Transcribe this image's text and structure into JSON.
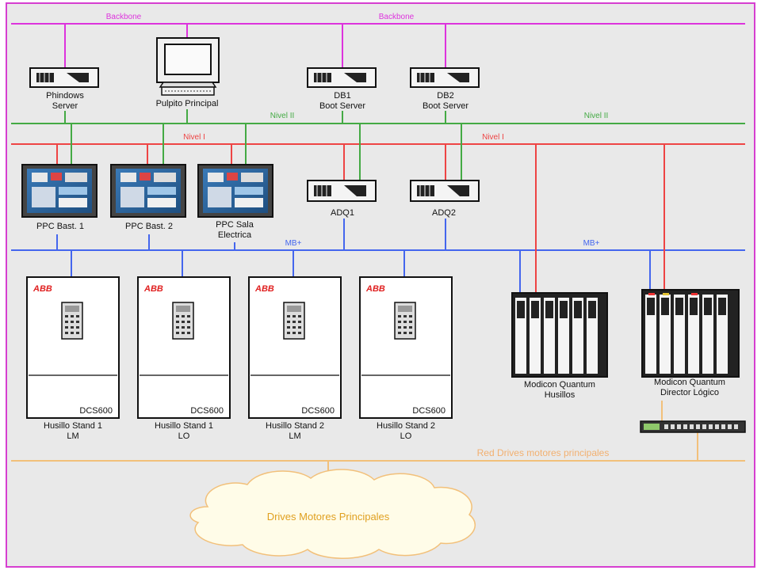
{
  "colors": {
    "backbone": "#dd33dd",
    "nivel2": "#44aa44",
    "nivel1": "#ee4444",
    "mbplus": "#4466ee",
    "red_drives": "#f2c07a",
    "frame": "#d63fd0",
    "cloud_text": "#e0a020",
    "abb_red": "#e02020"
  },
  "networks": {
    "backbone_left": "Backbone",
    "backbone_right": "Backbone",
    "nivel2_left": "Nivel II",
    "nivel2_right": "Nivel II",
    "nivel1_left": "Nivel I",
    "nivel1_right": "Nivel I",
    "mbplus_left": "MB+",
    "mbplus_right": "MB+",
    "red_drives": "Red Drives motores principales"
  },
  "servers": [
    {
      "line1": "Phindows",
      "line2": "Server"
    },
    {
      "line1": "DB1",
      "line2": "Boot Server"
    },
    {
      "line1": "DB2",
      "line2": "Boot Server"
    }
  ],
  "workstation": {
    "label": "Pulpito Principal"
  },
  "panels": [
    {
      "line1": "PPC Bast. 1",
      "line2": ""
    },
    {
      "line1": "PPC Bast. 2",
      "line2": ""
    },
    {
      "line1": "PPC Sala",
      "line2": "Electrica"
    }
  ],
  "adq": [
    {
      "label": "ADQ1"
    },
    {
      "label": "ADQ2"
    }
  ],
  "drives": [
    {
      "brand": "ABB",
      "model": "DCS600",
      "line1": "Husillo Stand 1",
      "line2": "LM"
    },
    {
      "brand": "ABB",
      "model": "DCS600",
      "line1": "Husillo Stand 1",
      "line2": "LO"
    },
    {
      "brand": "ABB",
      "model": "DCS600",
      "line1": "Husillo Stand 2",
      "line2": "LM"
    },
    {
      "brand": "ABB",
      "model": "DCS600",
      "line1": "Husillo Stand 2",
      "line2": "LO"
    }
  ],
  "plcs": [
    {
      "line1": "Modicon Quantum",
      "line2": "Husillos"
    },
    {
      "line1": "Modicon Quantum",
      "line2": "Director Lógico"
    }
  ],
  "cloud": {
    "label": "Drives Motores Principales"
  }
}
